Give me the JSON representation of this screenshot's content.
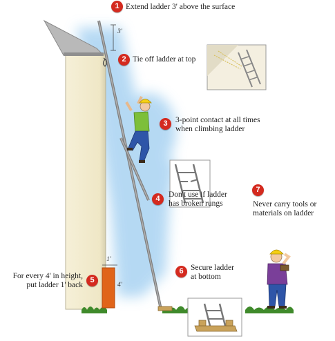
{
  "colors": {
    "marker_red": "#d42a1f",
    "wall": "#f3ecd0",
    "wall_shadow": "#c9c4a6",
    "roof": "#b5b5b5",
    "glow": "#a9d3f2",
    "ladder": "#8c8c8c",
    "grass": "#3f8a2b",
    "brick": "#e0641a",
    "helmet": "#f5cf13",
    "shirt_green": "#7dbf3a",
    "jeans_blue": "#2e55a8",
    "shirt_purple": "#7a3f99"
  },
  "icons": {
    "house": "house-wall",
    "climber": "worker-climbing-ladder",
    "observer": "worker-with-tools",
    "broken_rungs": "ladder-broken-rungs-inset",
    "tie_off": "ladder-tied-off-inset",
    "base": "ladder-secured-base-inset",
    "block": "support-block"
  },
  "dimensions": {
    "above_surface": "3'",
    "ratio_rise": "4'",
    "ratio_setback": "1'"
  },
  "steps": [
    {
      "number": "1",
      "lines": [
        "Extend ladder 3' above the surface"
      ]
    },
    {
      "number": "2",
      "lines": [
        "Tie off ladder at top"
      ]
    },
    {
      "number": "3",
      "lines": [
        "3-point contact at all times",
        "when climbing ladder"
      ]
    },
    {
      "number": "4",
      "lines": [
        "Don't use if ladder",
        "has broken rungs"
      ]
    },
    {
      "number": "5",
      "lines": [
        "For every 4' in height,",
        "put ladder 1' back"
      ]
    },
    {
      "number": "6",
      "lines": [
        "Secure ladder",
        "at bottom"
      ]
    },
    {
      "number": "7",
      "lines": [
        "Never carry tools or",
        "materials on ladder"
      ]
    }
  ]
}
